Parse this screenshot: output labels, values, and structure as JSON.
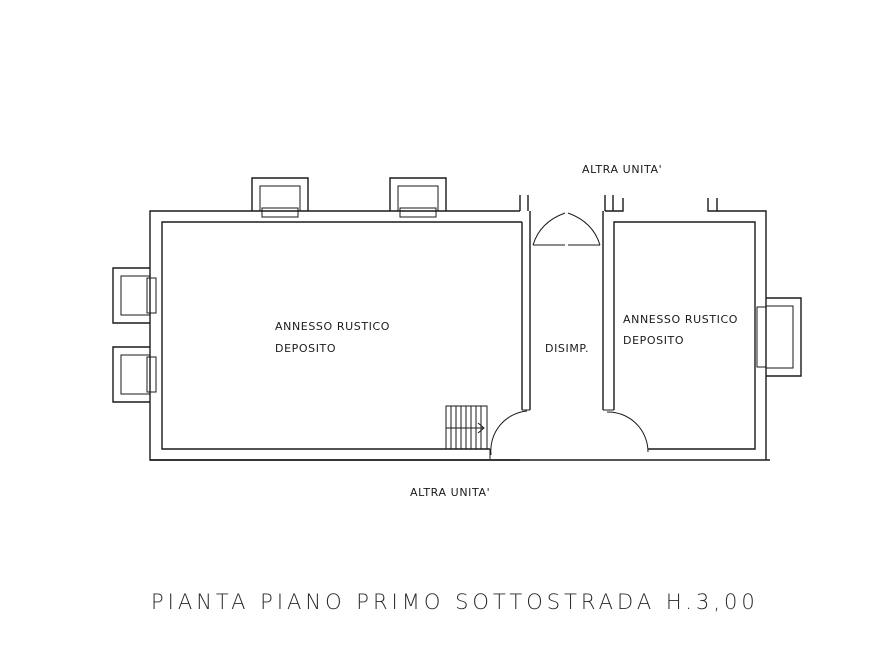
{
  "labels": {
    "other_unit_top": "ALTRA UNITA'",
    "room_left_line1": "ANNESSO RUSTICO",
    "room_left_line2": "DEPOSITO",
    "corridor": "DISIMP.",
    "room_right_line1": "ANNESSO RUSTICO",
    "room_right_line2": "DEPOSITO",
    "other_unit_bottom": "ALTRA UNITA'"
  },
  "title": "PIANTA PIANO PRIMO SOTTOSTRADA H.3,00"
}
